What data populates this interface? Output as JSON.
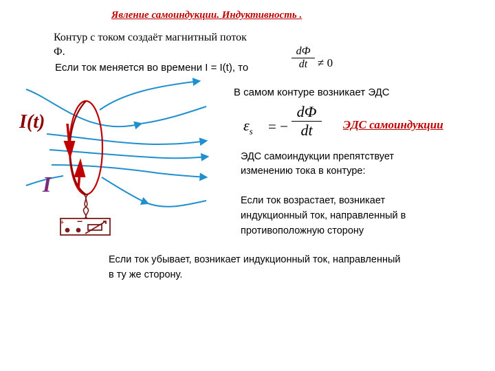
{
  "title": "Явление самоиндукции. Индуктивность .",
  "intro_line1": "Контур с током создаёт магнитный поток",
  "intro_line2": "Ф.",
  "condition_text": "Если ток меняется во времени I = I(t), то",
  "condition_formula": {
    "numerator": "dФ",
    "denominator": "dt",
    "relation": "≠ 0"
  },
  "emf_arises": "В самом контуре возникает ЭДС",
  "emf_formula": {
    "lhs": "ε",
    "lhs_sub": "s",
    "equals": "= −",
    "numerator": "dФ",
    "denominator": "dt"
  },
  "emf_label": "ЭДС самоиндукции",
  "opposes_line1": "ЭДС самоиндукции препятствует",
  "opposes_line2": "изменению тока в контуре:",
  "increase_line1": "Если ток возрастает, возникает",
  "increase_line2": "индукционный ток, направленный в",
  "increase_line3": "противоположную сторону",
  "decrease_line1": "Если ток убывает, возникает индукционный ток, направленный",
  "decrease_line2": "в ту же сторону.",
  "diagram": {
    "current_label": "I(t)",
    "loop_current_label": "I",
    "plus_sign": "+",
    "minus_sign": "−",
    "colors": {
      "field_lines": "#1f8fd0",
      "loop": "#c00000",
      "circuit": "#7a1a1a"
    }
  }
}
